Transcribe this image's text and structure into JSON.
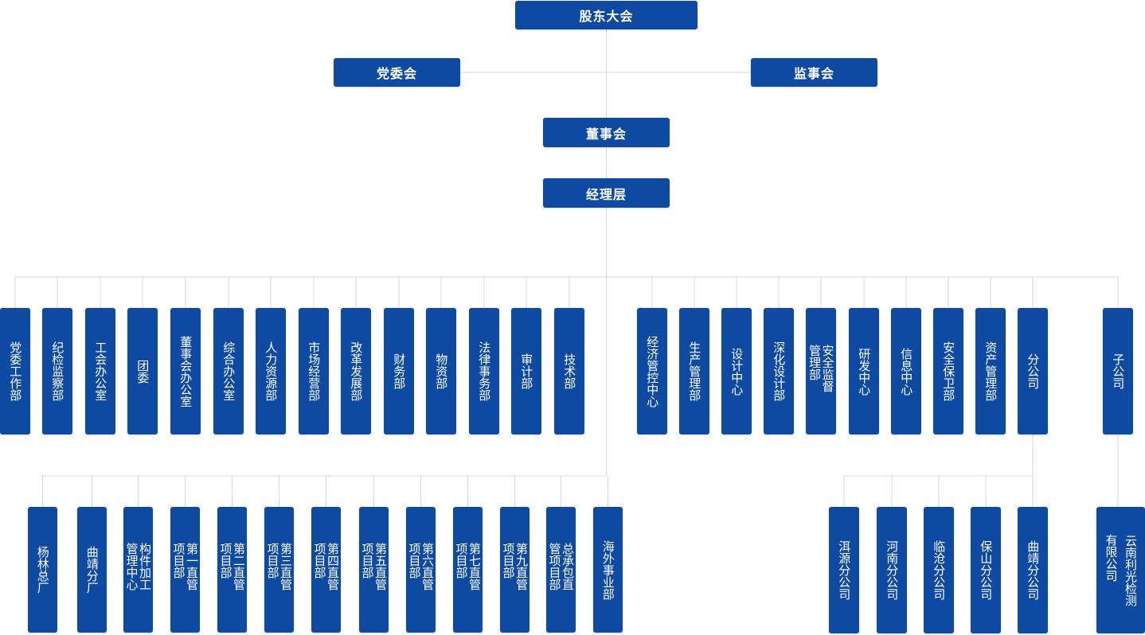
{
  "colors": {
    "box": "#0e4aa2",
    "line": "#d4d8e0",
    "text": "#ffffff"
  },
  "top": {
    "shareholders": "股东大会",
    "party_committee": "党委会",
    "supervisors": "监事会",
    "board": "董事会",
    "management": "经理层"
  },
  "departments_left": [
    "党委工作部",
    "纪检监察部",
    "工会办公室",
    "团委",
    "董事会办公室",
    "综合办公室",
    "人力资源部",
    "市场经营部",
    "改革发展部",
    "财务部",
    "物资部",
    "法律事务部",
    "审计部",
    "技术部"
  ],
  "departments_right": [
    "经济管控中心",
    "生产管理部",
    "设计中心",
    "深化设计部",
    "安全监督管理部",
    "研发中心",
    "信息中心",
    "安全保卫部",
    "资产管理部",
    "分公司"
  ],
  "subsidiary": "子公司",
  "projects": [
    "杨林总厂",
    "曲靖分厂",
    "构件加工管理中心",
    "第一直管项目部",
    "第二直管项目部",
    "第三直管项目部",
    "第四直管项目部",
    "第五直管项目部",
    "第六直管项目部",
    "第七直管项目部",
    "第九直管项目部",
    "总承包直管项目部",
    "海外事业部"
  ],
  "branches": [
    "洱源分公司",
    "河南分公司",
    "临沧分公司",
    "保山分公司",
    "曲靖分公司"
  ],
  "subsidiary_company": [
    "云南利光检测",
    "有限公司"
  ]
}
